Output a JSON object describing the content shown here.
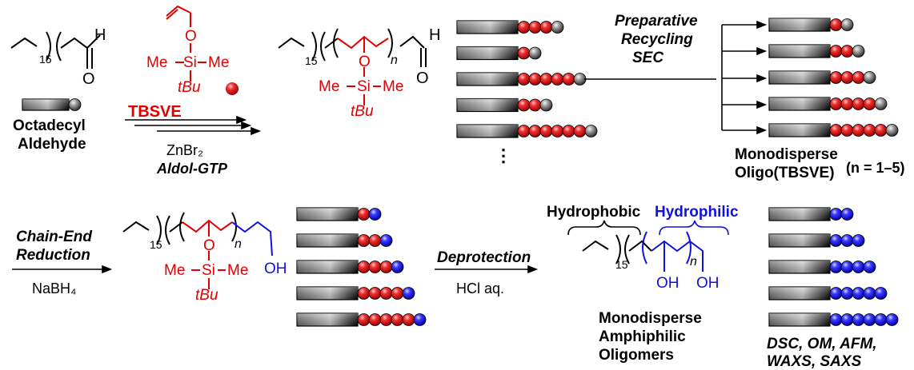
{
  "colors": {
    "tbsve_red": "#e00000",
    "hydrophilic_blue": "#1010e0",
    "bead_red": "#e8202a",
    "bead_blue": "#3333ee",
    "bead_grey": "#8a8a8a",
    "black": "#000000"
  },
  "icons": [
    "alkyl-chain-rod-icon",
    "red-bead-icon",
    "blue-bead-icon",
    "grey-end-bead-icon"
  ],
  "start": {
    "subscript": "15",
    "aldehyde_H": "H",
    "aldehyde_O": "O",
    "name_line1": "Octadecyl",
    "name_line2": "Aldehyde"
  },
  "monomer": {
    "O": "O",
    "Me_left": "Me",
    "Si": "Si",
    "Me_right": "Me",
    "tBu": "tBu",
    "label": "TBSVE"
  },
  "step1": {
    "reagent": "ZnBr₂",
    "name": "Aldol-GTP"
  },
  "product1": {
    "subscript": "15",
    "n": "n",
    "H": "H",
    "O_carbonyl": "O",
    "O_ether": "O",
    "Me_left": "Me",
    "Si": "Si",
    "Me_right": "Me",
    "tBu": "tBu"
  },
  "mixture": {
    "chains": [
      3,
      1,
      5,
      2,
      6
    ],
    "ellipsis": "⋮"
  },
  "sec": {
    "line1": "Preparative",
    "line2": "Recycling",
    "line3": "SEC"
  },
  "mono": {
    "chains": [
      1,
      2,
      3,
      4,
      5
    ],
    "label_line1": "Monodisperse",
    "label_line2": "Oligo(TBSVE)",
    "range": "(n = 1–5)"
  },
  "step2": {
    "line1": "Chain-End",
    "line2": "Reduction",
    "reagent": "NaBH₄"
  },
  "product2": {
    "subscript": "15",
    "n": "n",
    "OH": "OH",
    "O_ether": "O",
    "Me_left": "Me",
    "Si": "Si",
    "Me_right": "Me",
    "tBu": "tBu"
  },
  "reduced": {
    "chains": [
      1,
      2,
      3,
      4,
      5
    ]
  },
  "step3": {
    "name": "Deprotection",
    "reagent": "HCl aq."
  },
  "product3": {
    "hydrophobic": "Hydrophobic",
    "hydrophilic": "Hydrophilic",
    "subscript": "15",
    "n": "n",
    "OH_side": "OH",
    "OH_end": "OH",
    "label_line1": "Monodisperse",
    "label_line2": "Amphiphilic",
    "label_line3": "Oligomers"
  },
  "final": {
    "chains": [
      2,
      3,
      4,
      5,
      6
    ],
    "methods_line1": "DSC, OM, AFM,",
    "methods_line2": "WAXS, SAXS"
  }
}
